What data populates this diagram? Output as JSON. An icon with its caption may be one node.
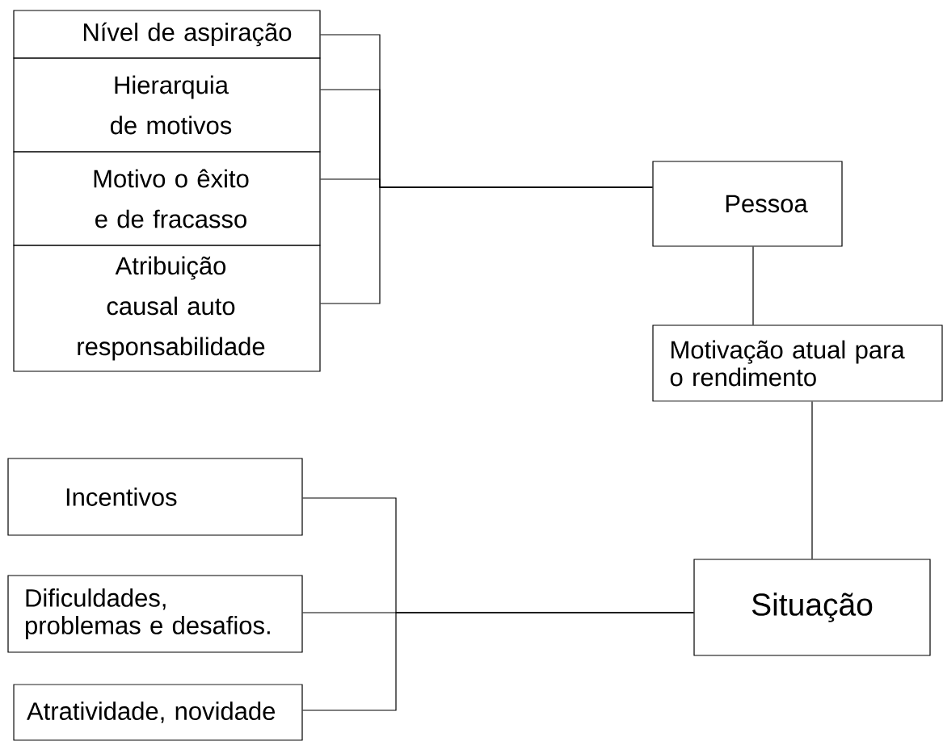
{
  "diagram": {
    "nodes": [
      {
        "text": [
          "Nível de aspiração"
        ]
      },
      {
        "text": [
          "Hierarquia de motivos"
        ]
      },
      {
        "text": [
          "Motivo o êxito e de fracasso"
        ]
      },
      {
        "text": [
          "Atribuição causal auto responsabilidade"
        ]
      },
      {
        "text": [
          "Pessoa"
        ]
      },
      {
        "text": [
          "Motivação atual para o rendimento"
        ]
      },
      {
        "text": [
          "Situação"
        ]
      },
      {
        "text": [
          "Incentivos"
        ]
      },
      {
        "text": [
          "Dificuldades, problemas e desafios."
        ]
      },
      {
        "text": [
          "Atratividade, novidade"
        ]
      }
    ],
    "edges": [
      {
        "from": 0,
        "to": 4,
        "arrow": "none"
      },
      {
        "from": 1,
        "to": 4,
        "arrow": "none"
      },
      {
        "from": 2,
        "to": 4,
        "arrow": "none"
      },
      {
        "from": 3,
        "to": 4,
        "arrow": "none"
      },
      {
        "from": 4,
        "to": 5,
        "arrow": "none"
      },
      {
        "from": 5,
        "to": 6,
        "arrow": "none"
      },
      {
        "from": 7,
        "to": 6,
        "arrow": "none"
      },
      {
        "from": 8,
        "to": 6,
        "arrow": "none"
      },
      {
        "from": 9,
        "to": 6,
        "arrow": "none"
      }
    ]
  }
}
